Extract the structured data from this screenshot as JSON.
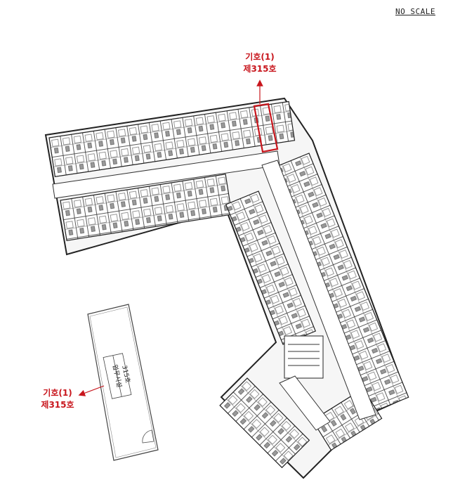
{
  "scale_note": "NO SCALE",
  "annotation_top": {
    "line1": "기호(1)",
    "line2": "제315호"
  },
  "annotation_left": {
    "line1": "기호(1)",
    "line2": "제315호"
  },
  "detail_unit": {
    "use": "업무시설",
    "number": "315호"
  },
  "colors": {
    "highlight": "#c8161d",
    "line": "#222222"
  }
}
